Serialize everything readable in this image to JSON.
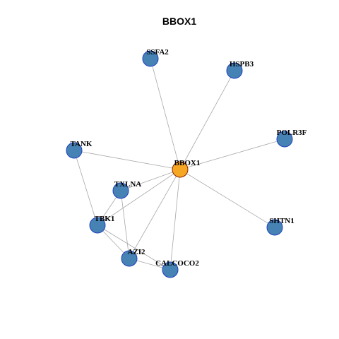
{
  "title": "BBOX1",
  "colors": {
    "hub_fill": "#f5a623",
    "node_fill": "#4682b4",
    "edge": "#a8a8a8"
  },
  "nodes": [
    {
      "id": "BBOX1",
      "label": "BBOX1",
      "hub": true
    },
    {
      "id": "SSFA2",
      "label": "SSFA2"
    },
    {
      "id": "HSPB3",
      "label": "HSPB3"
    },
    {
      "id": "POLR3F",
      "label": "POLR3F"
    },
    {
      "id": "TANK",
      "label": "TANK"
    },
    {
      "id": "TXLNA",
      "label": "TXLNA"
    },
    {
      "id": "TBK1",
      "label": "TBK1"
    },
    {
      "id": "SHTN1",
      "label": "SHTN1"
    },
    {
      "id": "AZI2",
      "label": "AZI2"
    },
    {
      "id": "CALCOCO2",
      "label": "CALCOCO2"
    }
  ],
  "edges": [
    [
      "BBOX1",
      "SSFA2"
    ],
    [
      "BBOX1",
      "HSPB3"
    ],
    [
      "BBOX1",
      "POLR3F"
    ],
    [
      "BBOX1",
      "TANK"
    ],
    [
      "BBOX1",
      "TXLNA"
    ],
    [
      "BBOX1",
      "TBK1"
    ],
    [
      "BBOX1",
      "SHTN1"
    ],
    [
      "BBOX1",
      "AZI2"
    ],
    [
      "BBOX1",
      "CALCOCO2"
    ],
    [
      "TANK",
      "TBK1"
    ],
    [
      "TXLNA",
      "TBK1"
    ],
    [
      "TXLNA",
      "AZI2"
    ],
    [
      "TBK1",
      "AZI2"
    ],
    [
      "TBK1",
      "CALCOCO2"
    ],
    [
      "AZI2",
      "CALCOCO2"
    ]
  ]
}
